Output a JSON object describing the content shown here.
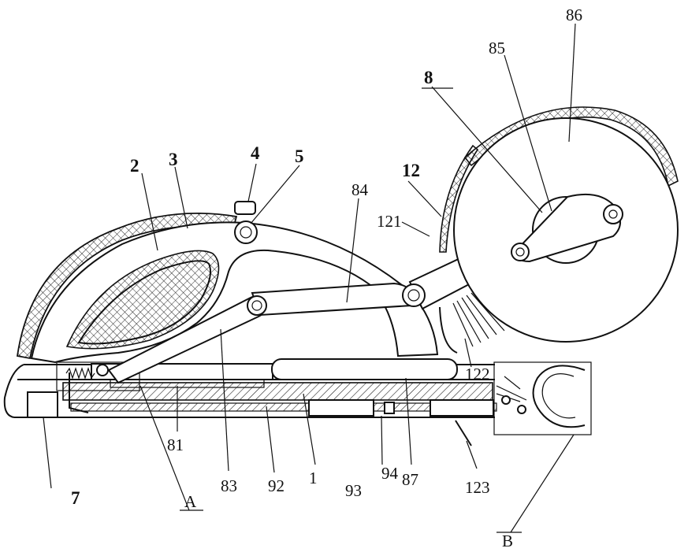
{
  "labels": {
    "l1": "1",
    "l2": "2",
    "l3": "3",
    "l4": "4",
    "l5": "5",
    "l7": "7",
    "l8": "8",
    "l12": "12",
    "l81": "81",
    "l83": "83",
    "l84": "84",
    "l85": "85",
    "l86": "86",
    "l87": "87",
    "l92": "92",
    "l93": "93",
    "l94": "94",
    "l121": "121",
    "l122": "122",
    "l123": "123",
    "lA": "A",
    "lB": "B"
  }
}
